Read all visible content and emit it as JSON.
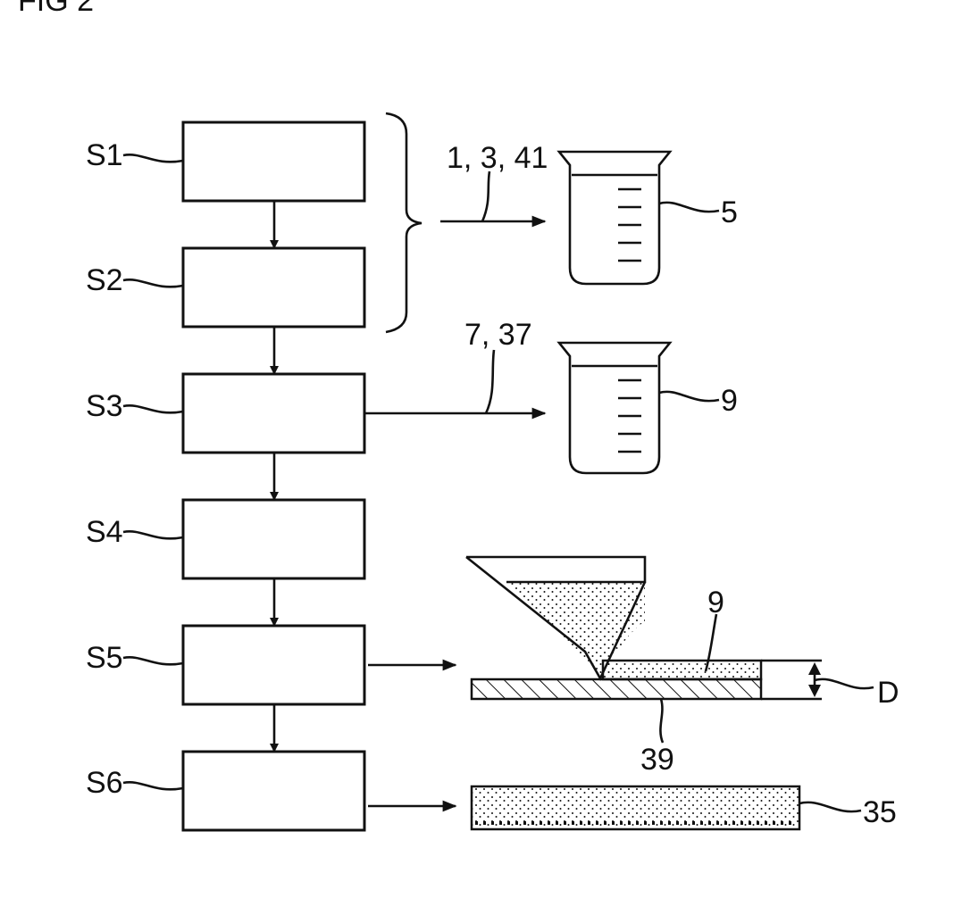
{
  "figure": {
    "title": "FIG 2",
    "steps": [
      {
        "id": "s1",
        "label": "S1"
      },
      {
        "id": "s2",
        "label": "S2"
      },
      {
        "id": "s3",
        "label": "S3"
      },
      {
        "id": "s4",
        "label": "S4"
      },
      {
        "id": "s5",
        "label": "S5"
      },
      {
        "id": "s6",
        "label": "S6"
      }
    ],
    "references": {
      "inputs_1_2": "1, 3, 41",
      "inputs_3": "7, 37",
      "beaker_top": "5",
      "beaker_bottom": "9",
      "layer": "9",
      "thickness": "D",
      "substrate": "39",
      "product": "35"
    }
  },
  "colors": {
    "ink": "#111111",
    "paper": "#ffffff"
  }
}
